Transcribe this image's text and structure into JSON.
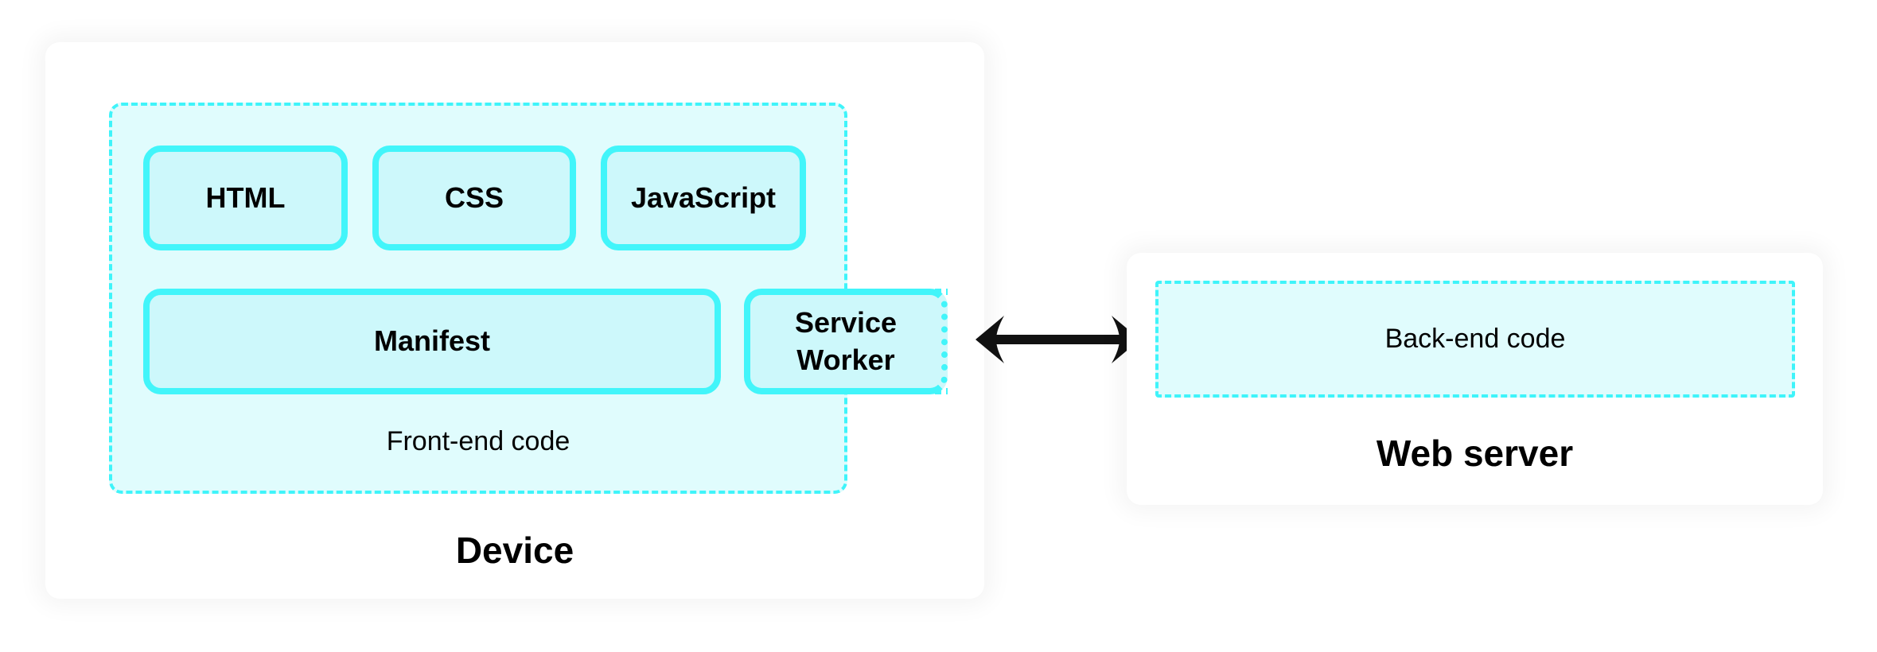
{
  "device": {
    "title": "Device",
    "front_end": {
      "label": "Front-end code",
      "blocks": [
        "HTML",
        "CSS",
        "JavaScript",
        "Manifest"
      ],
      "service_worker": {
        "line1": "Service",
        "line2": "Worker"
      }
    }
  },
  "connector": {
    "icon": "double-headed-arrow-icon"
  },
  "server": {
    "title": "Web server",
    "back_end": {
      "label": "Back-end code"
    }
  },
  "colors": {
    "accent_border": "#42f5fa",
    "block_fill": "#cdf8fb",
    "region_fill": "#e0fcfd"
  }
}
